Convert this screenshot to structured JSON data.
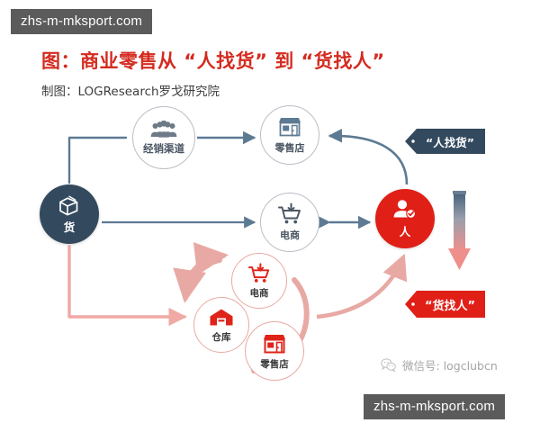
{
  "watermarks": {
    "top": "zhs-m-mksport.com",
    "bottom": "zhs-m-mksport.com"
  },
  "header": {
    "title": "图：商业零售从 “人找货” 到 “货找人”",
    "subtitle": "制图：LOGResearch罗戈研究院",
    "title_color": "#d42b1f"
  },
  "diagram": {
    "nodes": [
      {
        "id": "goods",
        "label": "货",
        "icon": "package-icon",
        "style": "dark-filled",
        "color": "#33495e"
      },
      {
        "id": "channel",
        "label": "经销渠道",
        "icon": "people-group-icon",
        "style": "outline-gray",
        "color": "#b9bfc6"
      },
      {
        "id": "retail",
        "label": "零售店",
        "icon": "storefront-icon",
        "style": "outline-gray",
        "color": "#b9bfc6"
      },
      {
        "id": "ecom",
        "label": "电商",
        "icon": "shopping-cart-icon",
        "style": "outline-gray",
        "color": "#b9bfc6"
      },
      {
        "id": "person",
        "label": "人",
        "icon": "user-check-icon",
        "style": "red-filled",
        "color": "#e01f17"
      },
      {
        "id": "ecom2",
        "label": "电商",
        "icon": "shopping-cart-icon",
        "style": "outline-red",
        "color": "#e8a9a4"
      },
      {
        "id": "warehouse",
        "label": "仓库",
        "icon": "warehouse-icon",
        "style": "outline-red",
        "color": "#e8a9a4"
      },
      {
        "id": "store2",
        "label": "零售店",
        "icon": "storefront-icon",
        "style": "outline-red",
        "color": "#e8a9a4"
      }
    ],
    "tags": [
      {
        "id": "tag-people-find-goods",
        "label": "“人找货”",
        "color": "#33495e"
      },
      {
        "id": "tag-goods-find-people",
        "label": "“货找人”",
        "color": "#e01f17"
      }
    ],
    "transition_arrow": {
      "name": "transition-gradient-arrow",
      "from_color": "#46607a",
      "to_color": "#ef8f8c",
      "direction": "down"
    },
    "flows": [
      {
        "from": "goods",
        "to": "channel",
        "color": "#5d7a93"
      },
      {
        "from": "channel",
        "to": "retail",
        "color": "#5d7a93"
      },
      {
        "from": "goods",
        "to": "ecom",
        "color": "#5d7a93"
      },
      {
        "from": "ecom",
        "to": "person",
        "color": "#5d7a93",
        "bidirectional": true
      },
      {
        "from": "person",
        "to": "retail",
        "color": "#5d7a93",
        "curved": true
      },
      {
        "from": "goods",
        "to": "warehouse",
        "color": "#f0a9a4"
      },
      {
        "from": "warehouse",
        "to": "ecom2",
        "color": "#e8a9a4",
        "curved": true
      },
      {
        "from": "ecom2",
        "to": "store2",
        "color": "#e8a9a4",
        "curved": true
      },
      {
        "from": "store2",
        "to": "person",
        "color": "#e8a9a4",
        "curved": true
      }
    ]
  },
  "footer": {
    "wechat_icon": "wechat-icon",
    "wechat_text": "微信号: logclubcn"
  }
}
